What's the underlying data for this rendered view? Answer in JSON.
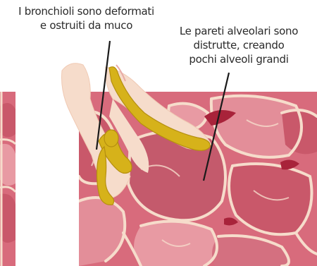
{
  "labels": {
    "bronchioles": {
      "line1": "I bronchioli sono deformati",
      "line2": "e ostruiti da muco"
    },
    "alveoli": {
      "line1": "Le pareti alveolari sono",
      "line2": "distrutte, creando",
      "line3": "pochi alveoli grandi"
    }
  },
  "colors": {
    "tissue_dark": "#c9586a",
    "tissue_mid": "#d86b7c",
    "tissue_light": "#e89aa3",
    "wall": "#f6dccb",
    "mucus": "#d6b21a",
    "mucus_dark": "#b58f10",
    "leader": "#1a1a1a"
  }
}
